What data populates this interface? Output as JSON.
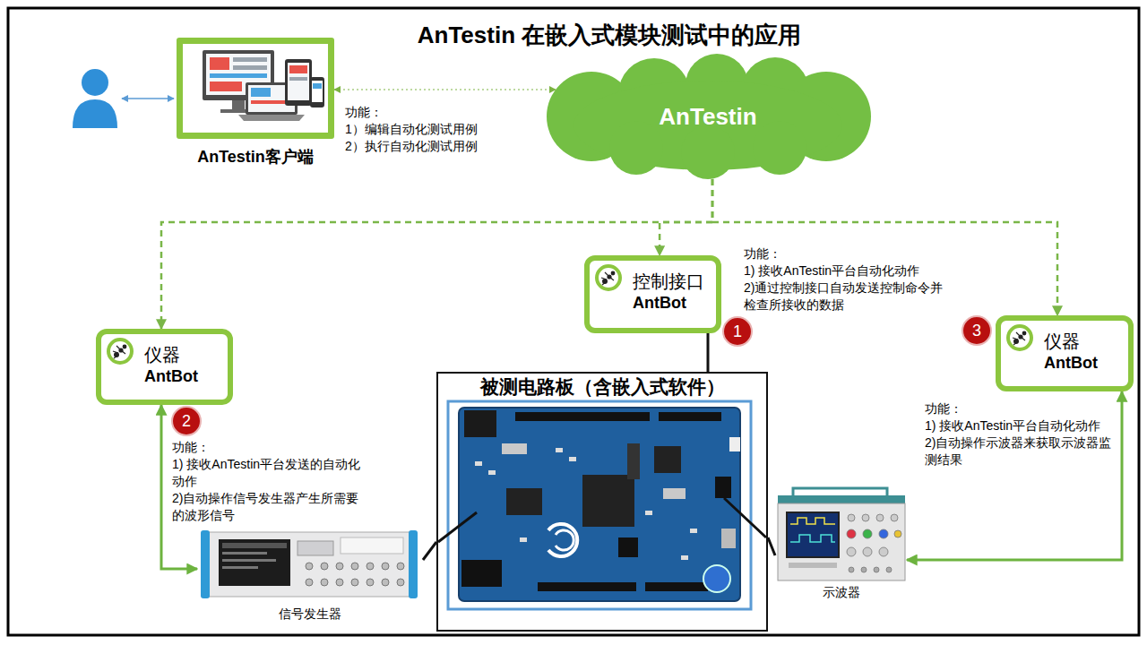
{
  "diagram": {
    "title": "AnTestin 在嵌入式模块测试中的应用",
    "nodes": [
      {
        "text": [
          "AnTestin客户端"
        ]
      },
      {
        "text": [
          "AnTestin"
        ]
      },
      {
        "text": [
          "控制接口",
          "AntBot"
        ]
      },
      {
        "text": [
          "仪器",
          "AntBot"
        ]
      },
      {
        "text": [
          "仪器",
          "AntBot"
        ]
      },
      {
        "text": [
          "被测电路板（含嵌入式软件）"
        ]
      },
      {
        "text": [
          "信号发生器"
        ]
      },
      {
        "text": [
          "示波器"
        ]
      }
    ],
    "edges": [
      {
        "from": 0,
        "to": 1,
        "arrow": "both"
      },
      {
        "from": 1,
        "to": 2,
        "arrow": "to"
      },
      {
        "from": 1,
        "to": 3,
        "arrow": "to"
      },
      {
        "from": 1,
        "to": 4,
        "arrow": "to"
      },
      {
        "from": 2,
        "to": 5,
        "arrow": "none"
      },
      {
        "from": 3,
        "to": 6,
        "arrow": "both"
      },
      {
        "from": 6,
        "to": 5,
        "arrow": "none"
      },
      {
        "from": 5,
        "to": 7,
        "arrow": "none"
      },
      {
        "from": 7,
        "to": 4,
        "arrow": "both"
      }
    ],
    "labels": [
      "功能：",
      "1）编辑自动化测试用例",
      "2）执行自动化测试用例",
      "功能：",
      "1) 接收AnTestin平台自动化动作",
      "2)通过控制接口自动发送控制命令并检查所接收的数据",
      "1",
      "功能：",
      "1) 接收AnTestin平台发送的自动化动作",
      "2)自动操作信号发生器产生所需要的波形信号",
      "2",
      "功能：",
      "1) 接收AnTestin平台自动化动作",
      "2)自动操作示波器来获取示波器监测结果",
      "3"
    ]
  }
}
